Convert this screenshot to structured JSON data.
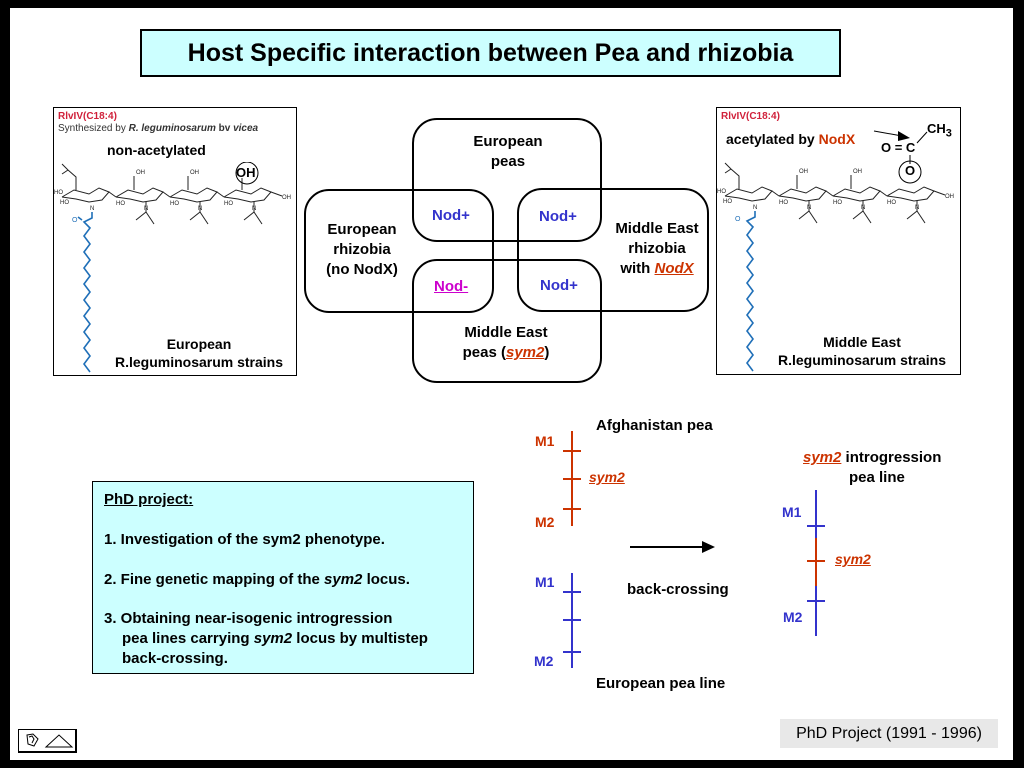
{
  "title": "Host Specific interaction between Pea and rhizobia",
  "left_molecule": {
    "compound": "RlvIV(C18:4)",
    "synthesized_prefix": "Synthesized by ",
    "synthesized_species": "R. leguminosarum",
    "synthesized_bv": " bv ",
    "synthesized_biovar": "vicea",
    "state_label": "non-acetylated",
    "group_label": "OH",
    "strain_line1": "European",
    "strain_line2": "R.leguminosarum strains"
  },
  "right_molecule": {
    "compound": "RlvIV(C18:4)",
    "state_prefix": "acetylated by ",
    "state_enzyme": "NodX",
    "acetyl_o_eq_c": "O = C",
    "acetyl_ch": "CH",
    "acetyl_sub": "3",
    "group_label": "O",
    "strain_line1": "Middle East",
    "strain_line2": "R.leguminosarum strains"
  },
  "venn": {
    "top": {
      "line1": "European",
      "line2": "peas"
    },
    "left": {
      "line1": "European",
      "line2": "rhizobia",
      "line3": "(no NodX)"
    },
    "right": {
      "line1": "Middle East",
      "line2": "rhizobia",
      "line3_prefix": "with ",
      "line3_gene": "NodX"
    },
    "bottom": {
      "line1": "Middle East",
      "line2_prefix": "peas (",
      "line2_gene": "sym2",
      "line2_suffix": ")"
    },
    "cells": {
      "top_left": "Nod+",
      "top_right": "Nod+",
      "bottom_left": "Nod-",
      "bottom_right": "Nod+"
    }
  },
  "phd_project": {
    "heading": "PhD project:",
    "item1": "1. Investigation of the sym2 phenotype.",
    "item2_prefix": "2. Fine genetic mapping of the ",
    "item2_gene": "sym2",
    "item2_suffix": " locus.",
    "item3_line1": "3. Obtaining near-isogenic introgression",
    "item3_line2_prefix": "pea lines carrying ",
    "item3_line2_gene": "sym2",
    "item3_line2_suffix": " locus by multistep",
    "item3_line3": "back-crossing."
  },
  "crossing": {
    "afghan_label": "Afghanistan pea",
    "european_label": "European pea line",
    "process_label": "back-crossing",
    "result_gene": "sym2",
    "result_line1_suffix": " introgression",
    "result_line2": "pea line",
    "m1": "M1",
    "m2": "M2",
    "gene": "sym2"
  },
  "footer": {
    "project_label": "PhD Project (1991 - 1996)"
  },
  "colors": {
    "title_bg": "#ccffff",
    "afghan_red": "#cc3300",
    "european_blue": "#3333cc",
    "nod_minus": "#cc00cc",
    "compound_crimson": "#d0203a",
    "fatty_acid_blue": "#1f6fb8"
  }
}
